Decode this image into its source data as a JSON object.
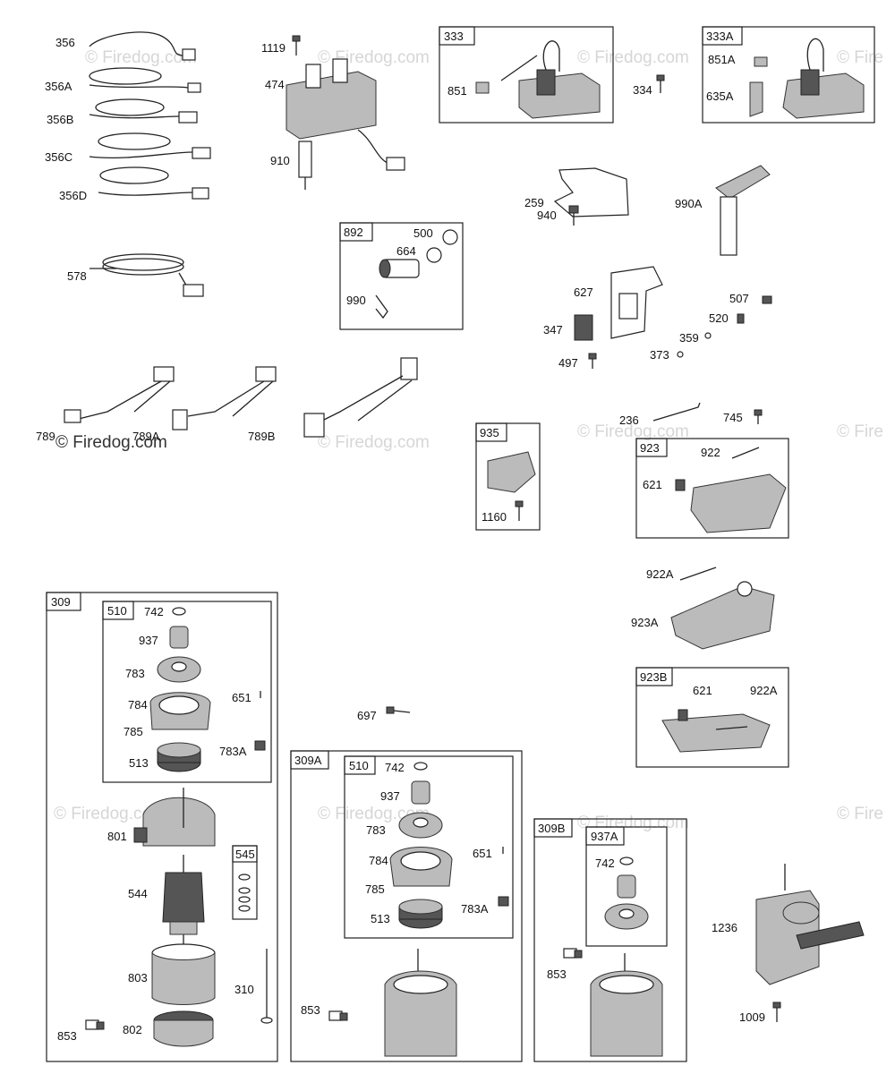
{
  "watermark": "© Firedog.com",
  "watermark_partial": "© Fire",
  "boxes": {
    "b333": "333",
    "b333A": "333A",
    "b892": "892",
    "b935": "935",
    "b923": "923",
    "b923B": "923B",
    "b309": "309",
    "b510": "510",
    "b545": "545",
    "b309A": "309A",
    "b510A": "510",
    "b309B": "309B",
    "b937A": "937A"
  },
  "labels": {
    "p356": "356",
    "p356A": "356A",
    "p356B": "356B",
    "p356C": "356C",
    "p356D": "356D",
    "p578": "578",
    "p1119": "1119",
    "p474": "474",
    "p910": "910",
    "p851": "851",
    "p334": "334",
    "p851A": "851A",
    "p635A": "635A",
    "p259": "259",
    "p940": "940",
    "p990A": "990A",
    "p500": "500",
    "p664": "664",
    "p990": "990",
    "p627": "627",
    "p347": "347",
    "p497": "497",
    "p507": "507",
    "p520": "520",
    "p359": "359",
    "p373": "373",
    "p789": "789",
    "p789A": "789A",
    "p789B": "789B",
    "p236": "236",
    "p745": "745",
    "p1160": "1160",
    "p922": "922",
    "p621": "621",
    "p922A": "922A",
    "p923A": "923A",
    "p621b": "621",
    "p922Ab": "922A",
    "p742": "742",
    "p937": "937",
    "p783": "783",
    "p784": "784",
    "p785": "785",
    "p651": "651",
    "p513": "513",
    "p783A": "783A",
    "p801": "801",
    "p544": "544",
    "p803": "803",
    "p310": "310",
    "p853": "853",
    "p802": "802",
    "p697": "697",
    "p742b": "742",
    "p937b": "937",
    "p783b": "783",
    "p784b": "784",
    "p785b": "785",
    "p651b": "651",
    "p513b": "513",
    "p783Ab": "783A",
    "p853b": "853",
    "p742c": "742",
    "p853c": "853",
    "p1236": "1236",
    "p1009": "1009"
  }
}
